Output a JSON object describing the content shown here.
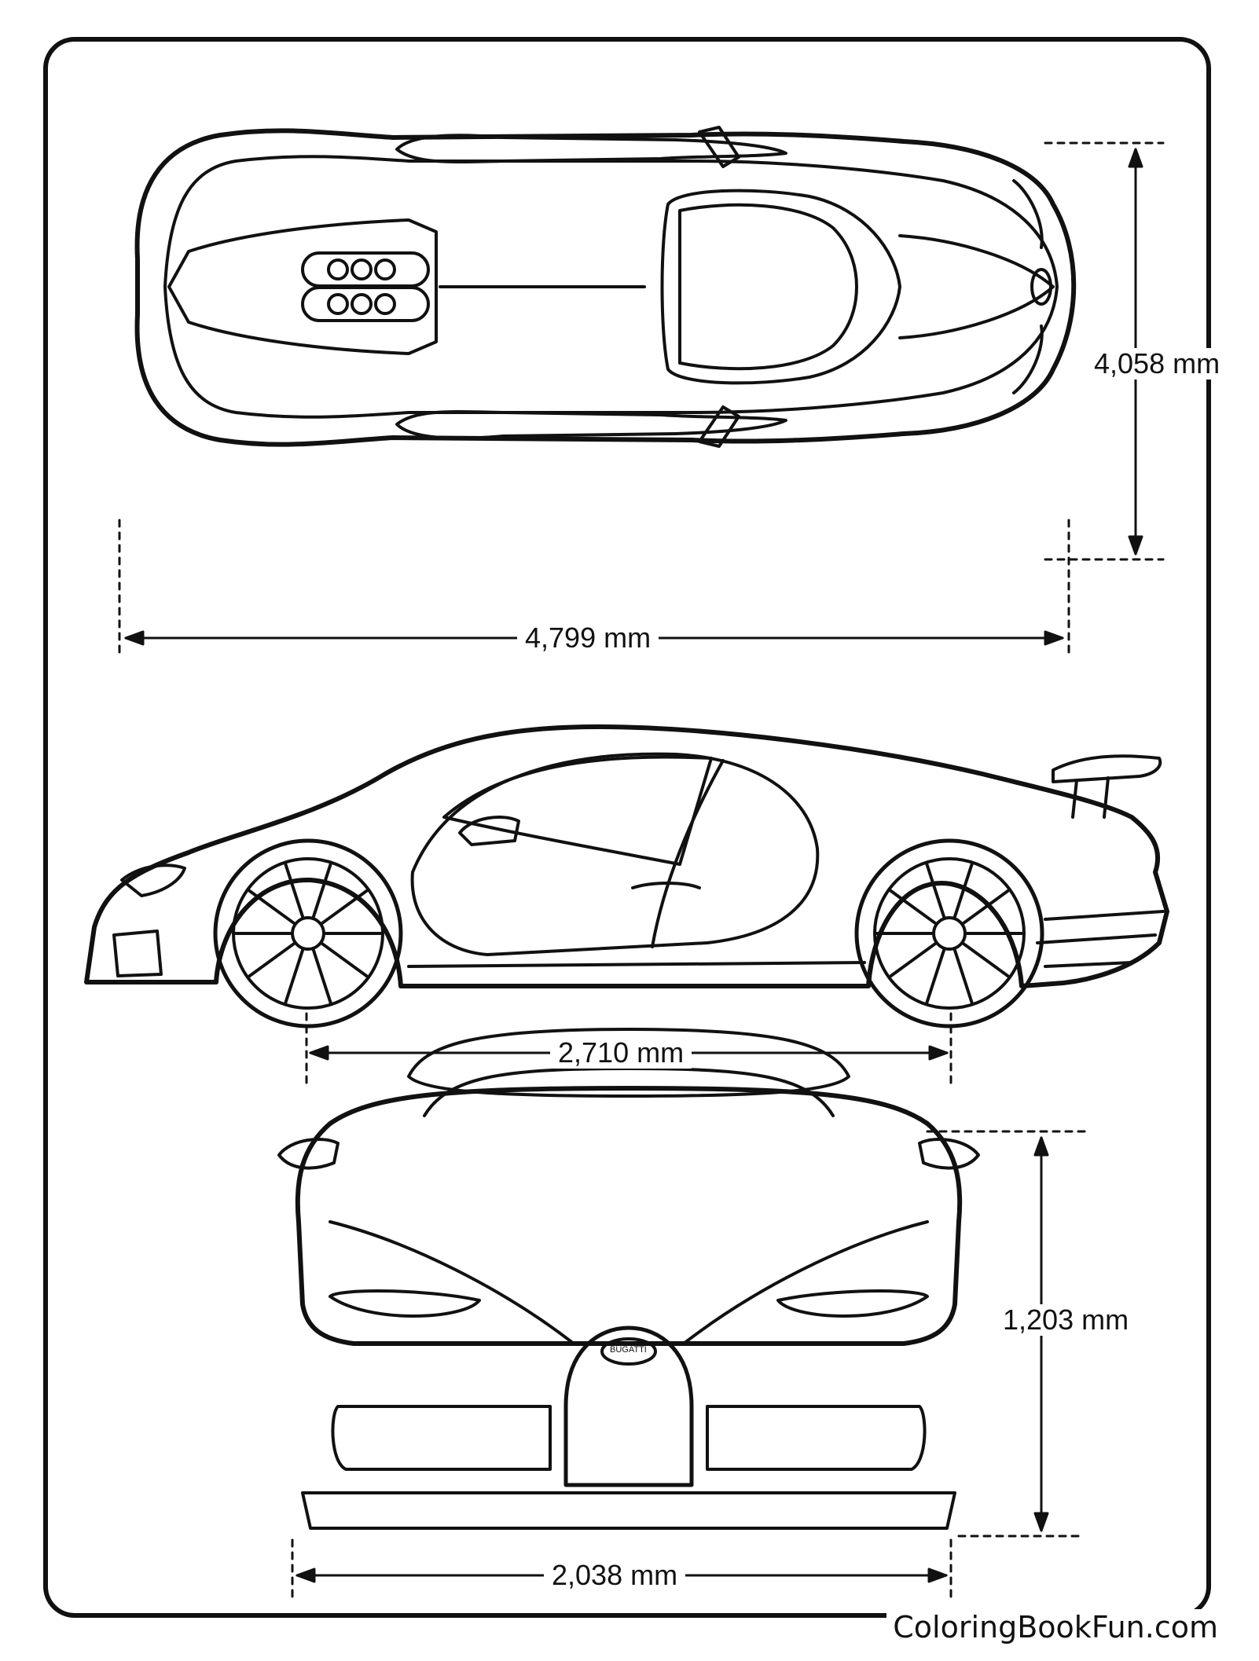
{
  "dimensions": {
    "length": "4,799 mm",
    "width": "4,058 mm",
    "wheelbase": "2,710 mm",
    "height": "1,203 mm",
    "track_width": "2,038 mm"
  },
  "badge_text": "BUGATTI",
  "watermark": "ColoringBookFun.com",
  "colors": {
    "line": "#111111",
    "paper": "#ffffff"
  }
}
